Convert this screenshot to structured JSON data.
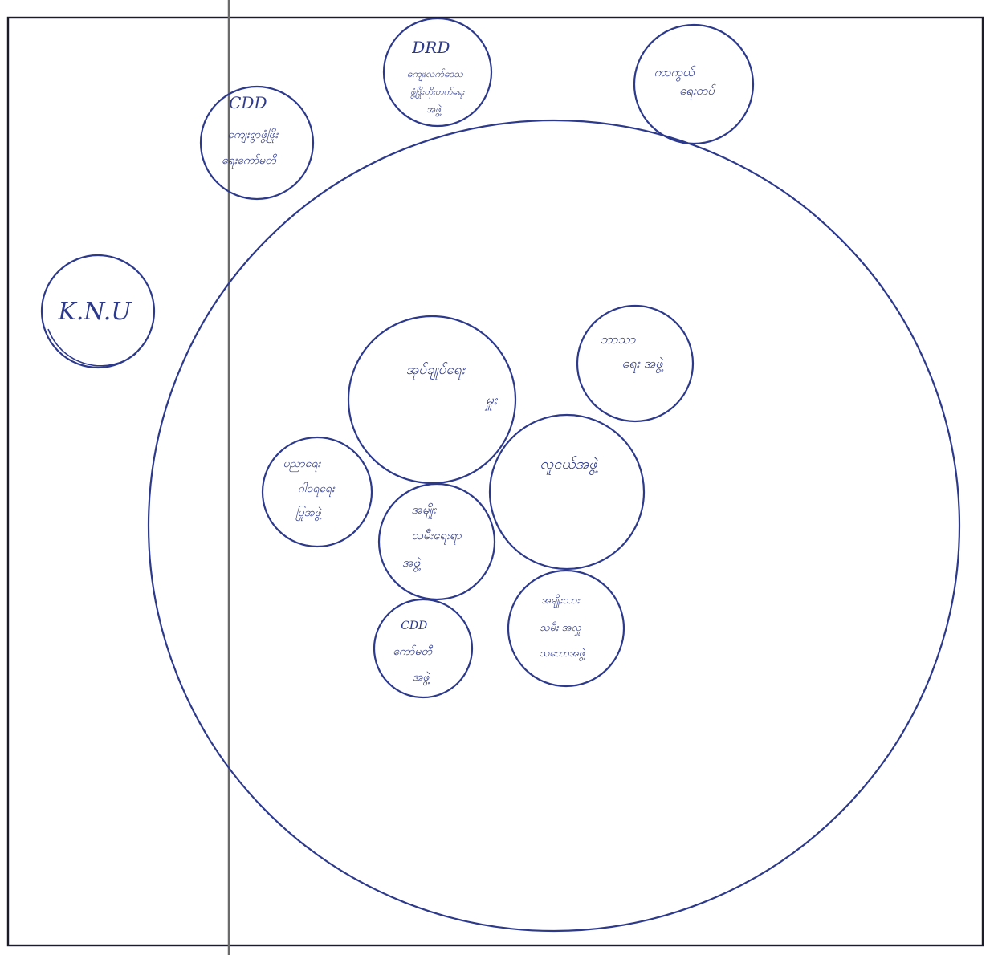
{
  "diagram": {
    "type": "venn-chapati",
    "outside": {
      "cdd_village": [
        "CDD",
        "ကျေးရွာဖွံ့ဖြိုး",
        "ရေးကော်မတီ"
      ],
      "drd": [
        "DRD",
        "ကျေးလက်ဒေသ",
        "ဖွံ့ဖြိုးတိုးတက်ရေး",
        "အဖွဲ့"
      ],
      "army": [
        "ကာကွယ်",
        "ရေးတပ်"
      ],
      "knu": [
        "K.N.U"
      ]
    },
    "inside": {
      "village_admin": [
        "အုပ်ချုပ်ရေး",
        "မှူး"
      ],
      "religion": [
        "ဘာသာ",
        "ရေး အဖွဲ့"
      ],
      "youth": [
        "လူငယ်အဖွဲ့"
      ],
      "education": [
        "ပညာရေး",
        "ဂါဝရရေး",
        "ပြုအဖွဲ့"
      ],
      "women": [
        "အမျိုး",
        "သမီးရေးရာ",
        "အဖွဲ့"
      ],
      "cdd_committee": [
        "CDD",
        "ကော်မတီ",
        "အဖွဲ့"
      ],
      "mothers": [
        "အမျိုးသား",
        "သမီး အလှူ",
        "သဘောအဖွဲ့"
      ]
    }
  },
  "colors": {
    "ink": "#2d3a8c",
    "frame": "#1b1b2a",
    "fold": "#6b6b6b"
  }
}
